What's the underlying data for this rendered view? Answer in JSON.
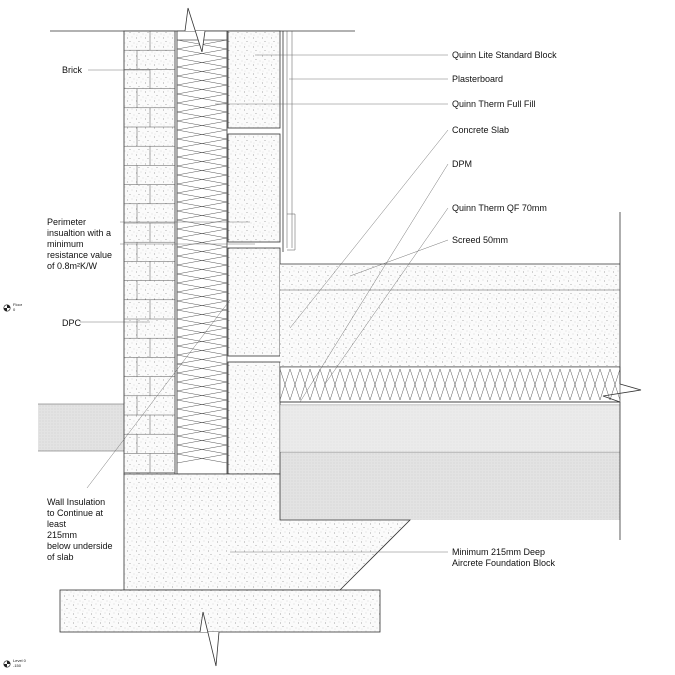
{
  "labels": {
    "brick": "Brick",
    "perimeter": [
      "Perimeter",
      "insualtion with a",
      "minimum",
      "resistance value",
      "of 0.8m²K/W"
    ],
    "dpc": "DPC",
    "wall_insulation": [
      "Wall Insulation",
      "to Continue at",
      "least",
      "215mm",
      "below underside",
      "of slab"
    ],
    "block": "Quinn Lite Standard Block",
    "plasterboard": "Plasterboard",
    "full_fill": "Quinn Therm Full Fill",
    "slab": "Concrete Slab",
    "dpm": "DPM",
    "qf70": "Quinn Therm QF 70mm",
    "screed": "Screed 50mm",
    "foundation": [
      "Minimum 215mm Deep",
      "Aircrete Foundation Block"
    ]
  },
  "level_markers": {
    "floor": [
      "Floor",
      "0"
    ],
    "level": [
      "Level 0",
      "-150"
    ]
  },
  "colors": {
    "line": "#333333",
    "concrete_dots": "#888888",
    "brick_fill": "#f4f4f4",
    "ground": "#e6e6e6"
  }
}
